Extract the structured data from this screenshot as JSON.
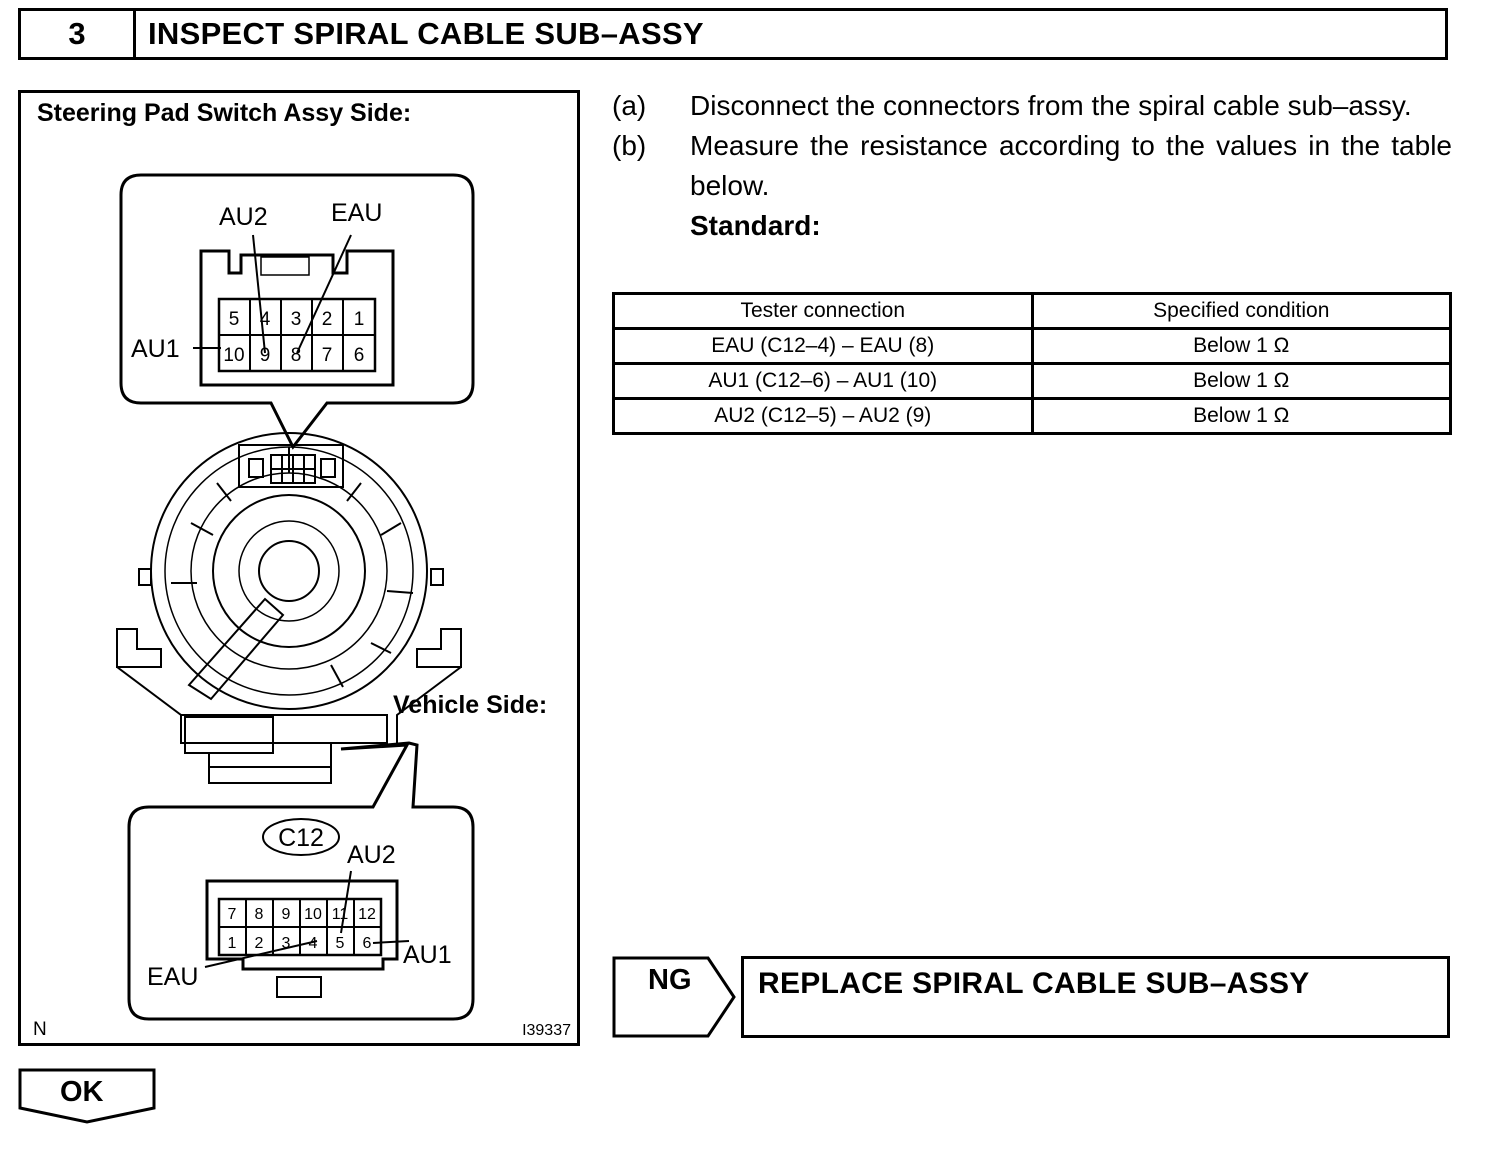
{
  "header": {
    "step_number": "3",
    "title": "INSPECT SPIRAL CABLE SUB–ASSY"
  },
  "figure": {
    "pad_side_label": "Steering Pad Switch Assy Side:",
    "vehicle_side_label": "Vehicle Side:",
    "corner_letter": "N",
    "figure_code": "I39337",
    "upper_connector": {
      "top_row_pins": [
        "5",
        "4",
        "3",
        "2",
        "1"
      ],
      "bottom_row_pins": [
        "10",
        "9",
        "8",
        "7",
        "6"
      ],
      "terminal_labels": {
        "au2": "AU2",
        "eau": "EAU",
        "au1": "AU1"
      }
    },
    "lower_connector": {
      "connector_id": "C12",
      "top_row_pins": [
        "7",
        "8",
        "9",
        "10",
        "11",
        "12"
      ],
      "bottom_row_pins": [
        "1",
        "2",
        "3",
        "4",
        "5",
        "6"
      ],
      "terminal_labels": {
        "au2": "AU2",
        "eau": "EAU",
        "au1": "AU1"
      }
    }
  },
  "instructions": {
    "steps": [
      {
        "label": "(a)",
        "text": "Disconnect the connectors from the spiral cable sub–assy."
      },
      {
        "label": "(b)",
        "text": "Measure the resistance according to the values in the table below."
      }
    ],
    "standard_label": "Standard:"
  },
  "spec_table": {
    "headers": [
      "Tester connection",
      "Specified condition"
    ],
    "rows": [
      [
        "EAU (C12–4) – EAU (8)",
        "Below 1 Ω"
      ],
      [
        "AU1 (C12–6) – AU1 (10)",
        "Below 1 Ω"
      ],
      [
        "AU2 (C12–5) – AU2 (9)",
        "Below 1 Ω"
      ]
    ]
  },
  "ng_result": {
    "ng_label": "NG",
    "action": "REPLACE SPIRAL CABLE SUB–ASSY"
  },
  "ok_result": {
    "ok_label": "OK"
  }
}
